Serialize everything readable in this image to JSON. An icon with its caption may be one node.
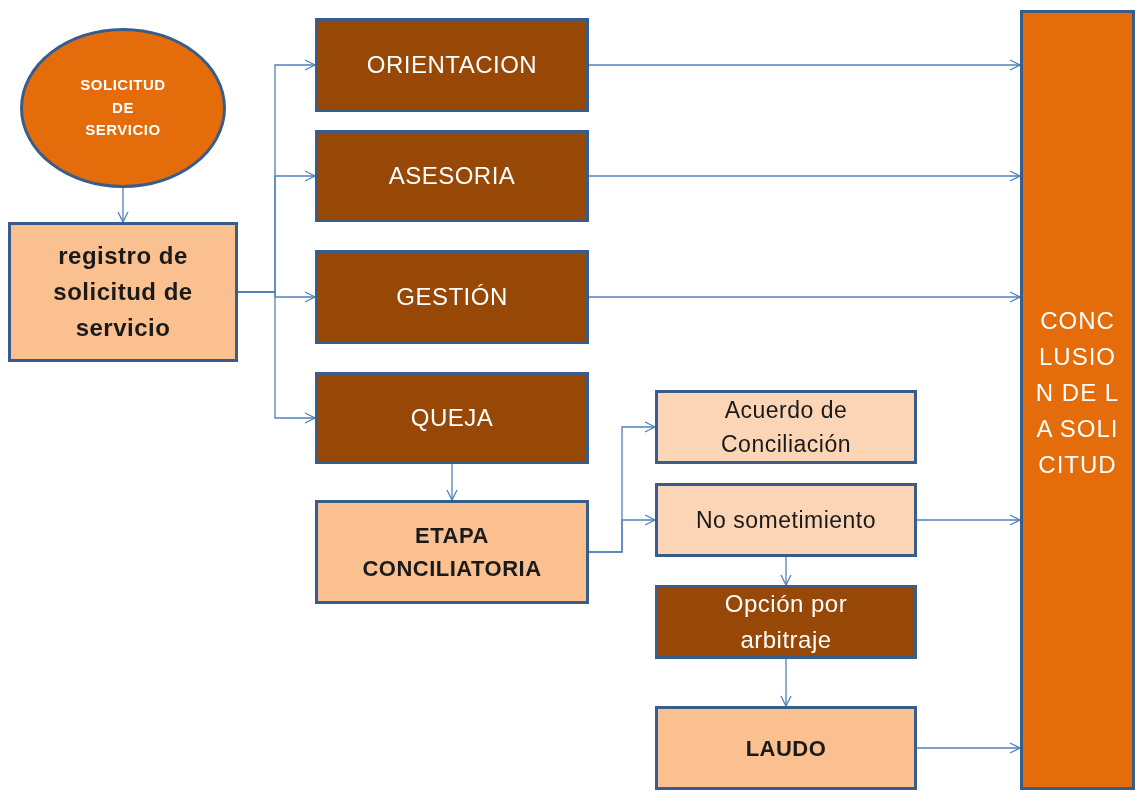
{
  "diagram": {
    "nodes": [
      {
        "text": [
          "SOLICITUD DE SERVICIO"
        ]
      },
      {
        "text": [
          "registro de solicitud de servicio"
        ]
      },
      {
        "text": [
          "ORIENTACION"
        ]
      },
      {
        "text": [
          "ASESORIA"
        ]
      },
      {
        "text": [
          "GESTIÓN"
        ]
      },
      {
        "text": [
          "QUEJA"
        ]
      },
      {
        "text": [
          "ETAPA CONCILIATORIA"
        ]
      },
      {
        "text": [
          "Acuerdo de Conciliación"
        ]
      },
      {
        "text": [
          "No sometimiento"
        ]
      },
      {
        "text": [
          "Opción por arbitraje"
        ]
      },
      {
        "text": [
          "LAUDO"
        ]
      },
      {
        "text": [
          "CONCLUSION DE LA SOLICITUD"
        ]
      }
    ],
    "edges": [
      {
        "from": 0,
        "to": 1,
        "arrow": "to"
      },
      {
        "from": 1,
        "to": 2,
        "arrow": "to"
      },
      {
        "from": 1,
        "to": 3,
        "arrow": "to"
      },
      {
        "from": 1,
        "to": 4,
        "arrow": "to"
      },
      {
        "from": 1,
        "to": 5,
        "arrow": "to"
      },
      {
        "from": 2,
        "to": 11,
        "arrow": "to"
      },
      {
        "from": 3,
        "to": 11,
        "arrow": "to"
      },
      {
        "from": 4,
        "to": 11,
        "arrow": "to"
      },
      {
        "from": 5,
        "to": 6,
        "arrow": "to"
      },
      {
        "from": 6,
        "to": 7,
        "arrow": "to"
      },
      {
        "from": 6,
        "to": 8,
        "arrow": "to"
      },
      {
        "from": 8,
        "to": 11,
        "arrow": "to"
      },
      {
        "from": 8,
        "to": 9,
        "arrow": "to"
      },
      {
        "from": 9,
        "to": 10,
        "arrow": "to"
      },
      {
        "from": 10,
        "to": 11,
        "arrow": "to"
      }
    ]
  }
}
